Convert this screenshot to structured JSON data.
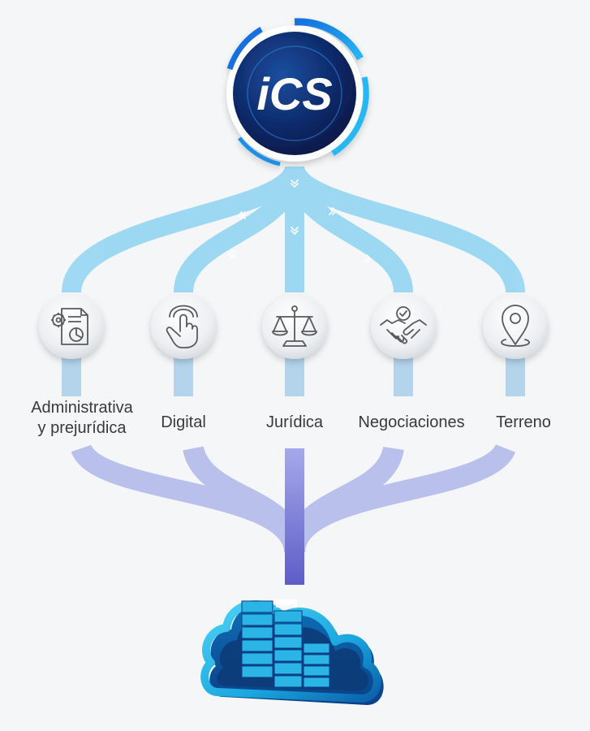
{
  "logo": {
    "text": "iCS"
  },
  "categories": [
    {
      "label_lines": [
        "Administrativa",
        "y prejurídica"
      ],
      "icon": "document-gear-chart-icon"
    },
    {
      "label_lines": [
        "Digital"
      ],
      "icon": "touch-hand-icon"
    },
    {
      "label_lines": [
        "Jurídica"
      ],
      "icon": "scales-justice-icon"
    },
    {
      "label_lines": [
        "Negociaciones"
      ],
      "icon": "handshake-check-icon"
    },
    {
      "label_lines": [
        "Terreno"
      ],
      "icon": "map-pin-icon"
    }
  ],
  "cloud": {
    "icon": "cloud-server-icon"
  },
  "colors": {
    "top_flow": "#8fd3f2",
    "top_flow_light": "#b9e4f7",
    "bottom_flow": "#a9b3e8",
    "bottom_trunk": "#6f6fd0",
    "logo_dark": "#0c2057",
    "logo_ring": "#1f9be6",
    "icon_stroke": "#5a5a5a",
    "cloud": "#19b3e6",
    "label": "#3a3a3a"
  }
}
